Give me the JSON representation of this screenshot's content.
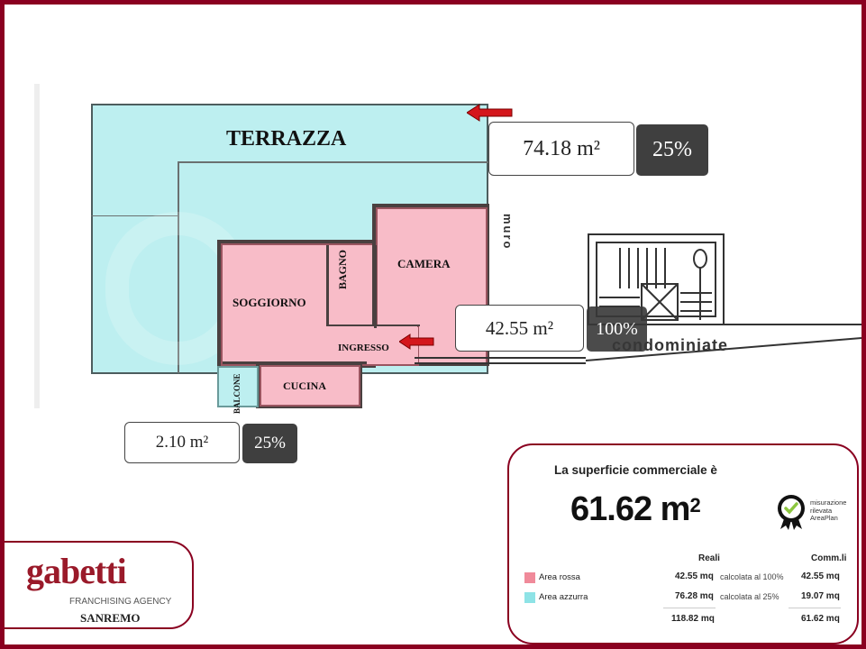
{
  "floorplan": {
    "areas": {
      "terrace_label": "TERRAZZA",
      "rooms": [
        {
          "name": "SOGGIORNO"
        },
        {
          "name": "BAGNO"
        },
        {
          "name": "CAMERA"
        },
        {
          "name": "INGRESSO"
        },
        {
          "name": "CUCINA"
        },
        {
          "name": "BALCONE"
        }
      ],
      "wall_note": "muro",
      "condominium_note": "condominiate"
    },
    "callouts": [
      {
        "area": "74.18 m²",
        "pct": "25%",
        "target": "TERRAZZA"
      },
      {
        "area": "42.55 m²",
        "pct": "100%",
        "target": "appartamento"
      },
      {
        "area": "2.10 m²",
        "pct": "25%",
        "target": "BALCONE"
      }
    ],
    "colors": {
      "red_area": "#f8bcc8",
      "blue_area": "#bdeff0",
      "brand": "#8a0020",
      "arrow": "#d4161c"
    }
  },
  "summary": {
    "title": "La superficie commerciale è",
    "total": "61.62 m",
    "total_sup": "2",
    "badge": {
      "line1": "misurazione",
      "line2": "rilevata",
      "line3": "AreaPlan"
    },
    "columns": {
      "reali": "Reali",
      "commerciali": "Comm.li"
    },
    "rows": [
      {
        "label": "Area rossa",
        "reali": "42.55 mq",
        "calc": "calcolata al 100%",
        "comm": "42.55 mq",
        "color": "#f08a9a"
      },
      {
        "label": "Area azzurra",
        "reali": "76.28 mq",
        "calc": "calcolata al 25%",
        "comm": "19.07 mq",
        "color": "#8ee3e6"
      }
    ],
    "totals": {
      "reali": "118.82 mq",
      "comm": "61.62 mq"
    }
  },
  "logo": {
    "brand": "gabetti",
    "tagline": "FRANCHISING AGENCY",
    "city": "SANREMO"
  }
}
